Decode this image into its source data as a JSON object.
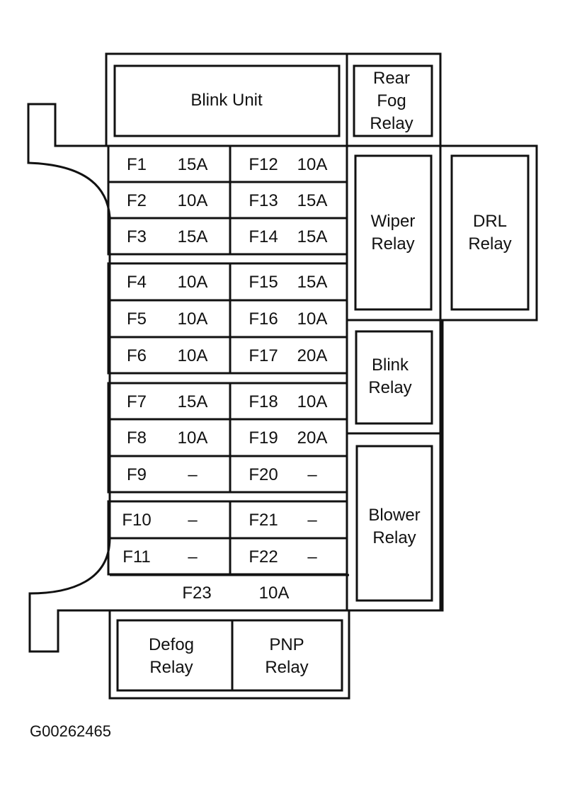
{
  "figure_id": "G00262465",
  "blink_unit": "Blink Unit",
  "rear_fog_relay": [
    "Rear",
    "Fog",
    "Relay"
  ],
  "wiper_relay": [
    "Wiper",
    "Relay"
  ],
  "drl_relay": [
    "DRL",
    "Relay"
  ],
  "blink_relay": [
    "Blink",
    "Relay"
  ],
  "blower_relay": [
    "Blower",
    "Relay"
  ],
  "defog_relay": [
    "Defog",
    "Relay"
  ],
  "pnp_relay": [
    "PNP",
    "Relay"
  ],
  "fuses_left": [
    {
      "id": "F1",
      "rating": "15A"
    },
    {
      "id": "F2",
      "rating": "10A"
    },
    {
      "id": "F3",
      "rating": "15A"
    },
    {
      "id": "F4",
      "rating": "10A"
    },
    {
      "id": "F5",
      "rating": "10A"
    },
    {
      "id": "F6",
      "rating": "10A"
    },
    {
      "id": "F7",
      "rating": "15A"
    },
    {
      "id": "F8",
      "rating": "10A"
    },
    {
      "id": "F9",
      "rating": "–"
    },
    {
      "id": "F10",
      "rating": "–"
    },
    {
      "id": "F11",
      "rating": "–"
    }
  ],
  "fuses_right": [
    {
      "id": "F12",
      "rating": "10A"
    },
    {
      "id": "F13",
      "rating": "15A"
    },
    {
      "id": "F14",
      "rating": "15A"
    },
    {
      "id": "F15",
      "rating": "15A"
    },
    {
      "id": "F16",
      "rating": "10A"
    },
    {
      "id": "F17",
      "rating": "20A"
    },
    {
      "id": "F18",
      "rating": "10A"
    },
    {
      "id": "F19",
      "rating": "20A"
    },
    {
      "id": "F20",
      "rating": "–"
    },
    {
      "id": "F21",
      "rating": "–"
    },
    {
      "id": "F22",
      "rating": "–"
    }
  ],
  "fuse_f23": {
    "id": "F23",
    "rating": "10A"
  }
}
